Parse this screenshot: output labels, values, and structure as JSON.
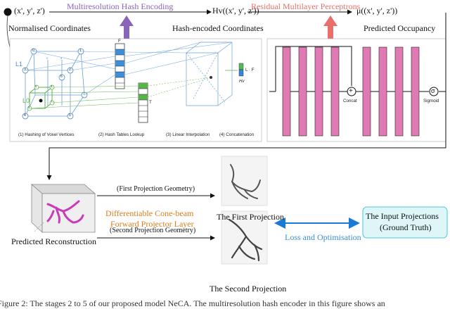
{
  "top": {
    "input_coords": "(x', y', z')",
    "multires_label": "Multiresolution Hash Encoding",
    "hash_func": "Hv((x', y', z'))",
    "residual_label": "Residual Multilayer Perceptrons",
    "output_func": "μ((x', y', z'))",
    "normalised_label": "Normalised Coordinates",
    "hash_encoded_label": "Hash-encoded Coordinates",
    "predicted_occupancy_label": "Predicted Occupancy"
  },
  "encoding_panel": {
    "l1": "L1",
    "l0": "L0",
    "vertex_labels": [
      "0",
      "1",
      "3",
      "2",
      "4",
      "5",
      "7",
      "6",
      "0",
      "3",
      "5",
      "7",
      "0",
      "3"
    ],
    "table_f": "F",
    "table_t": "T",
    "output_lf": "L · F",
    "output_hv": "Hv",
    "steps": [
      "(1) Hashing of Voxel Vertices",
      "(2) Hash Tables Lookup",
      "(3) Linear Interpolation",
      "(4) Concatenation"
    ]
  },
  "mlp_panel": {
    "concat_label": "Concat",
    "sigmoid_label": "Sigmoid",
    "plus_symbol": "+",
    "sigma_symbol": "σ"
  },
  "bottom": {
    "predicted_reconstruction": "Predicted Reconstruction",
    "first_geometry": "(First Projection Geometry)",
    "second_geometry": "(Second Projection Geometry)",
    "projector_line1": "Differentiable Cone-beam",
    "projector_line2": "Forward Projector Layer",
    "first_projection": "The First Projection",
    "second_projection": "The Second Projection",
    "loss_label": "Loss and Optimisation",
    "input_proj_line1": "The Input Projections",
    "input_proj_line2": "(Ground Truth)"
  },
  "caption": "Figure 2: The stages 2 to 5 of our proposed model NeCA. The multiresolution hash encoder in this figure shows an",
  "colors": {
    "purple": "#8a64b8",
    "salmon": "#ea6f6a",
    "pink_bar": "#e07ab4",
    "orange_text": "#d97d1b",
    "blue_arrow": "#1a7ad8",
    "loss_text": "#3b8fd6",
    "cyan_box": "#dff6f8",
    "green": "#5ab34a",
    "table_blue": "#3f8fd8",
    "output_green": "#56b85c",
    "output_blue": "#3a86d8",
    "vessel": "#c93bb8"
  }
}
